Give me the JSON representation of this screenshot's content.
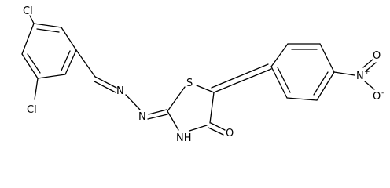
{
  "molecule": {
    "atom_labels": {
      "cl_top": "Cl",
      "cl_bottom": "Cl",
      "n_imine_1": "N",
      "n_imine_2": "N",
      "s_ring": "S",
      "nh_ring": "NH",
      "o_carbonyl": "O",
      "n_nitro": "N",
      "n_nitro_charge": "+",
      "o_nitro_top": "O",
      "o_nitro_bottom": "O",
      "o_nitro_charge": "-"
    }
  },
  "colors": {
    "bond": "#000000",
    "text": "#000000",
    "background": "#ffffff"
  }
}
